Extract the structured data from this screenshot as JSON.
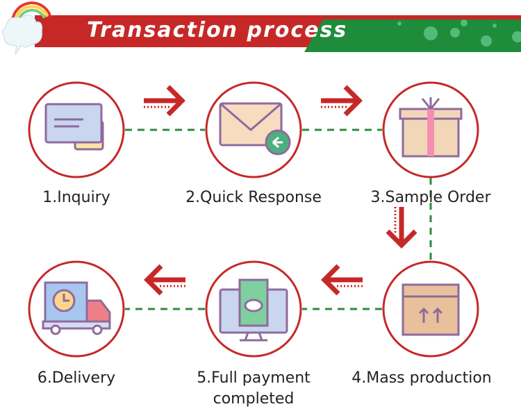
{
  "header": {
    "title": "Transaction process"
  },
  "colors": {
    "red": "#c62828",
    "green": "#1e8c3a",
    "dash": "#2e8b3e"
  },
  "steps": [
    {
      "label": "1.Inquiry",
      "icon": "chat-bubbles-icon"
    },
    {
      "label": "2.Quick Response",
      "icon": "envelope-reply-icon"
    },
    {
      "label": "3.Sample Order",
      "icon": "gift-box-icon"
    },
    {
      "label": "4.Mass production",
      "icon": "cardboard-box-icon"
    },
    {
      "label": "5.Full payment completed",
      "line1": "5.Full payment",
      "line2": "completed",
      "icon": "monitor-payment-icon"
    },
    {
      "label": "6.Delivery",
      "icon": "delivery-truck-icon"
    }
  ]
}
